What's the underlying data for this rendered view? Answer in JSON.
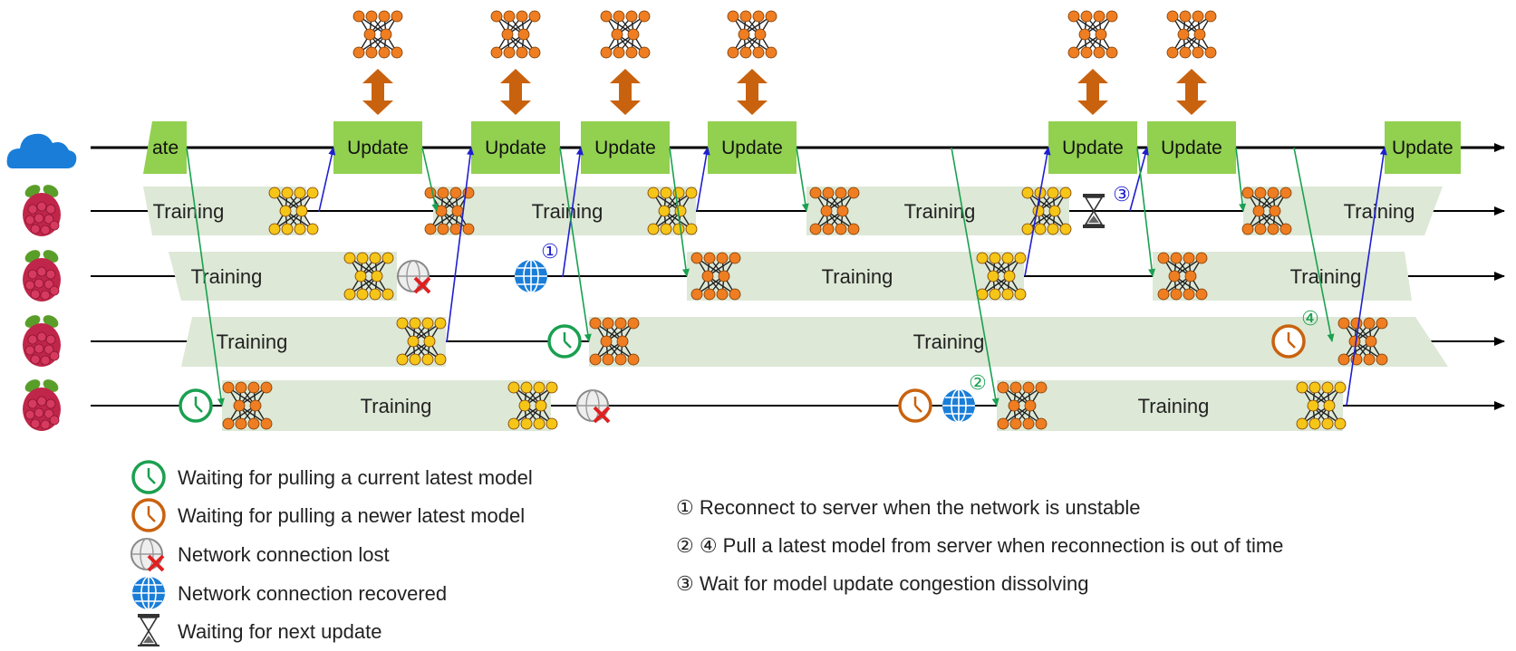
{
  "diagram": {
    "update_label": "Update",
    "training_label": "Training",
    "colors": {
      "update_box": "#92d050",
      "training_band": "#dde8d6",
      "up_arrow": "#1f1fd0",
      "down_arrow": "#1aa050",
      "model_arrow": "#c9620e",
      "node_orange": "#ef7d22",
      "node_yellow": "#f5c518",
      "cloud": "#1a7ed8",
      "raspberry": "#c0264a",
      "leaf": "#5a9e2a"
    },
    "markers": {
      "m1": "①",
      "m2": "②",
      "m3": "③",
      "m4": "④"
    },
    "icons": {
      "server": "cloud-icon",
      "device": "raspberry-pi-icon",
      "model": "neural-network-icon"
    }
  },
  "legend": {
    "items": [
      {
        "icon": "clock-green-icon",
        "text": "Waiting for pulling a current latest model"
      },
      {
        "icon": "clock-orange-icon",
        "text": "Waiting for pulling a newer latest model"
      },
      {
        "icon": "network-lost-icon",
        "text": "Network connection lost"
      },
      {
        "icon": "globe-icon",
        "text": "Network connection recovered"
      },
      {
        "icon": "hourglass-icon",
        "text": "Waiting for next update"
      }
    ],
    "notes": [
      {
        "text": "① Reconnect to server when the network is unstable"
      },
      {
        "text": "② ④ Pull a latest model from server when reconnection is out of time"
      },
      {
        "text": "③ Wait for model update congestion dissolving"
      }
    ]
  }
}
